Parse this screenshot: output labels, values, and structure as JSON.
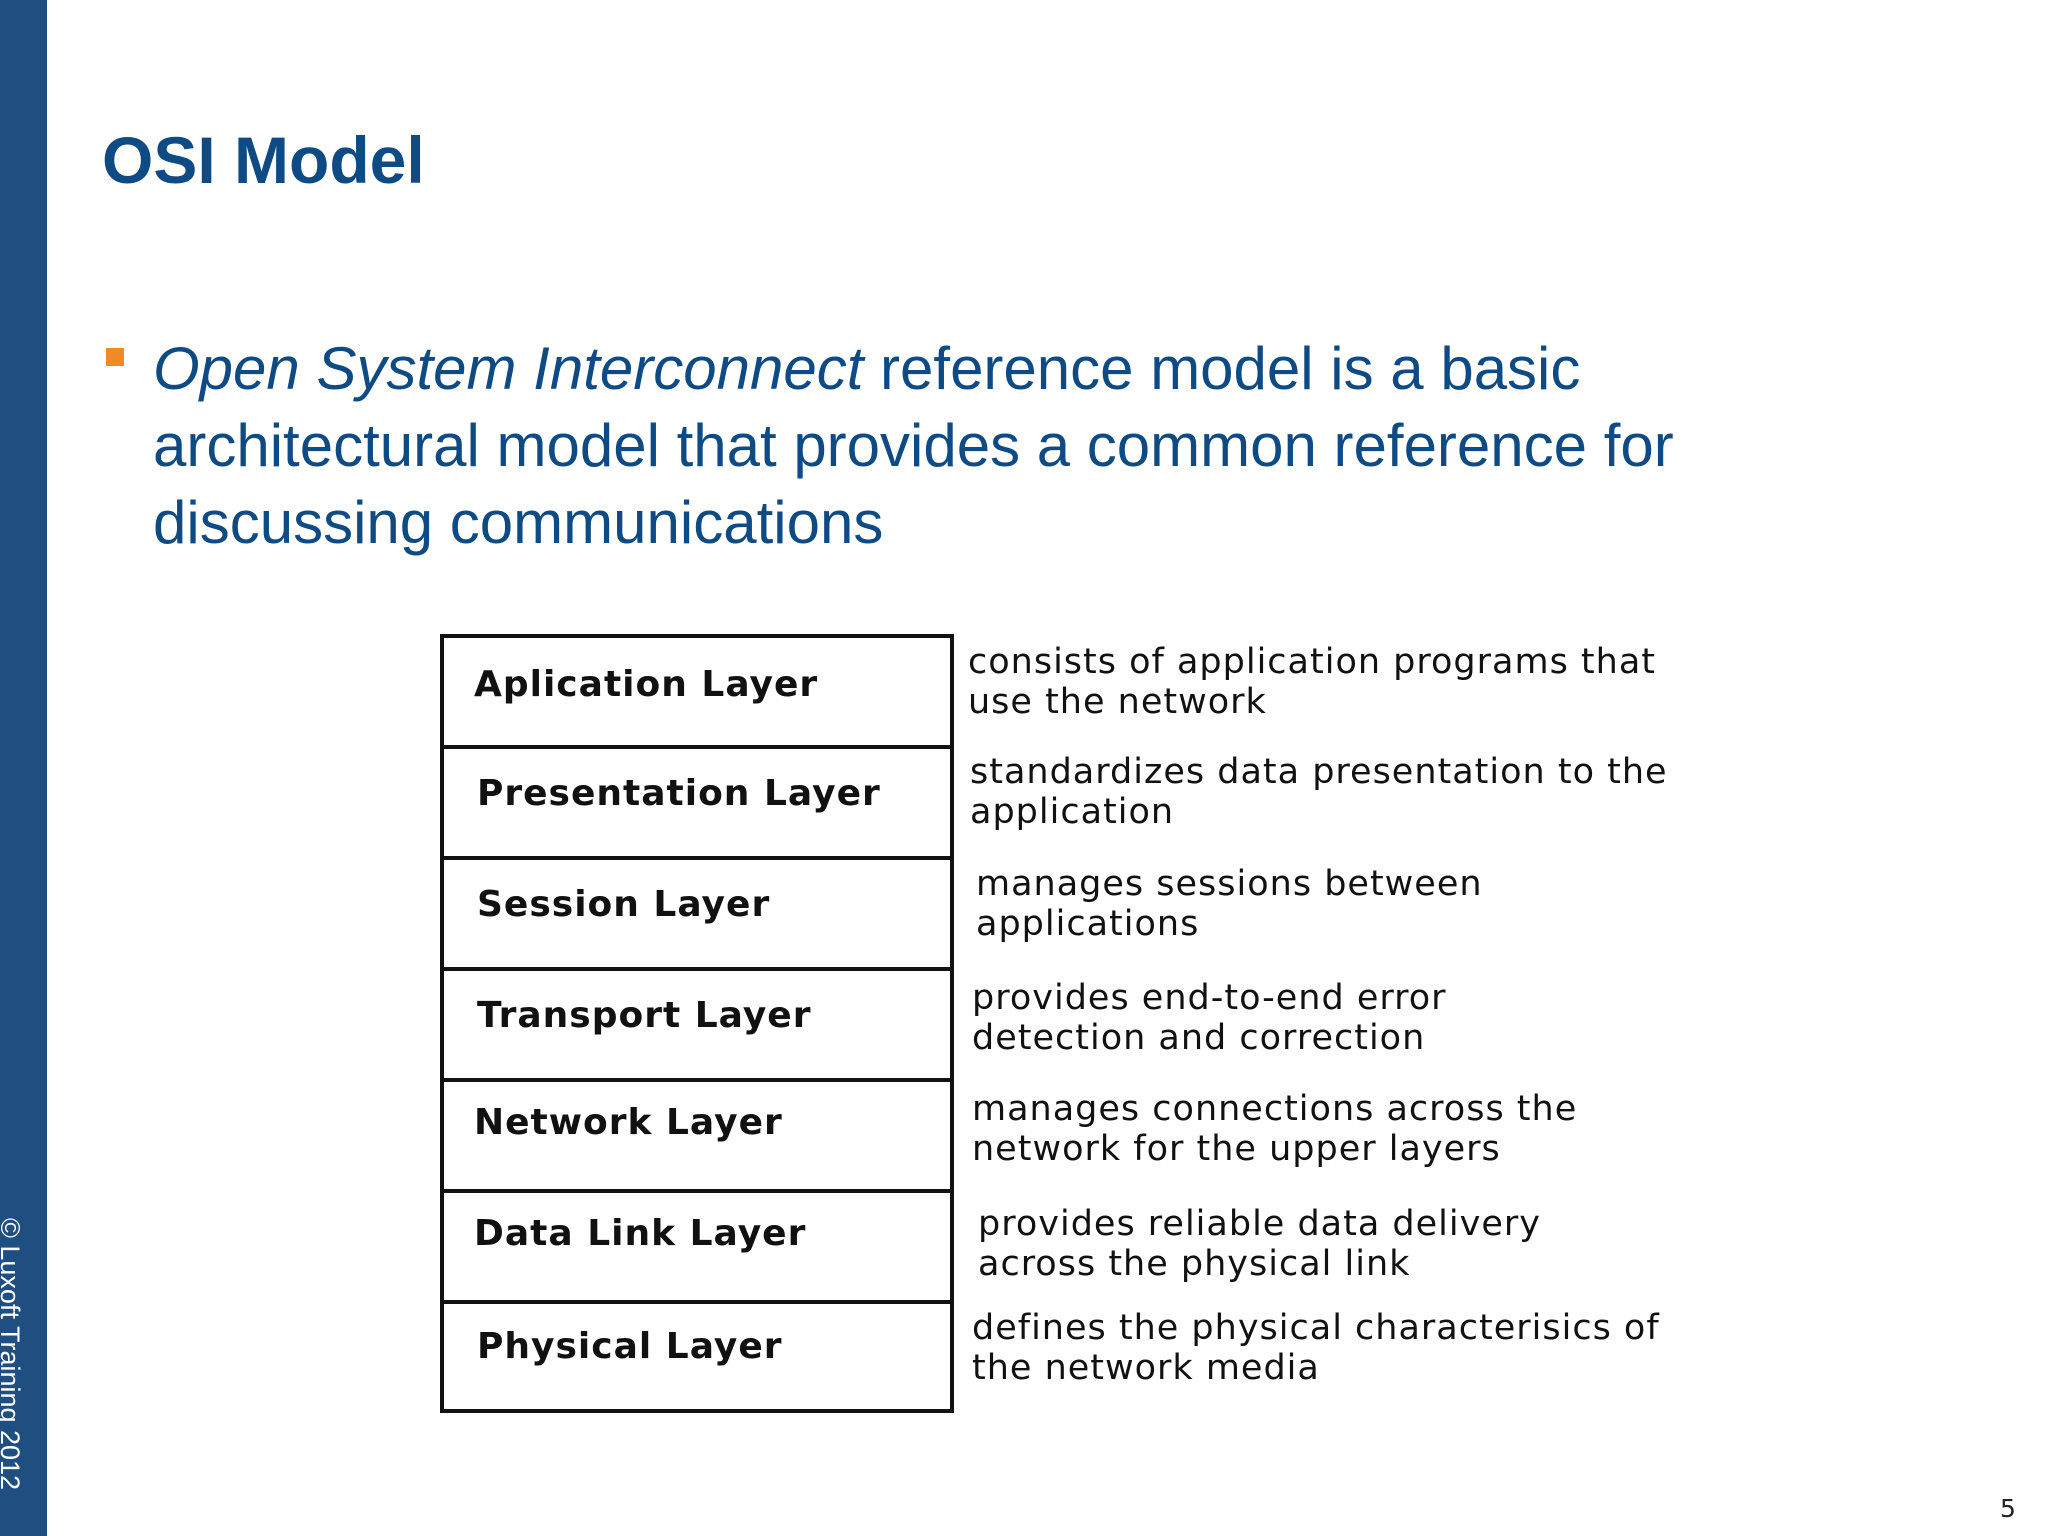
{
  "slide": {
    "title": "OSI Model",
    "bullet": {
      "italic_part": "Open System Interconnect",
      "rest": " reference model is a basic architectural model that provides a common reference for discussing communications"
    },
    "side_text": "© Luxoft Training 2012",
    "page_number": "5"
  },
  "layers": [
    {
      "name": "Aplication Layer",
      "description": "consists of application programs that use the network"
    },
    {
      "name": "Presentation Layer",
      "description": "standardizes data presentation to the application"
    },
    {
      "name": "Session Layer",
      "description": "manages sessions between applications"
    },
    {
      "name": "Transport Layer",
      "description": "provides end-to-end error detection and correction"
    },
    {
      "name": "Network Layer",
      "description": "manages connections across the network for the upper layers"
    },
    {
      "name": "Data Link Layer",
      "description": "provides reliable data delivery across the physical link"
    },
    {
      "name": "Physical Layer",
      "description": "defines the physical characterisics of the network media"
    }
  ],
  "colors": {
    "title": "#0e4a84",
    "side_bar": "#1f4e80",
    "bullet_marker": "#f08a24"
  }
}
